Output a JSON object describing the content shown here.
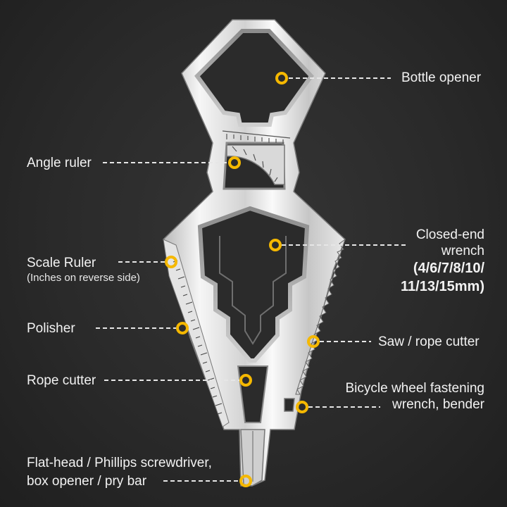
{
  "callouts": {
    "bottle_opener": "Bottle opener",
    "angle_ruler": "Angle ruler",
    "closed_end_wrench_line1": "Closed-end",
    "closed_end_wrench_line2": "wrench",
    "closed_end_wrench_sizes_line1": "(4/6/7/8/10/",
    "closed_end_wrench_sizes_line2": "11/13/15mm)",
    "scale_ruler": "Scale Ruler",
    "scale_ruler_note": "(Inches on reverse side)",
    "polisher": "Polisher",
    "saw_rope_cutter": "Saw / rope cutter",
    "rope_cutter": "Rope cutter",
    "bicycle_wrench_line1": "Bicycle wheel fastening",
    "bicycle_wrench_line2": "wrench, bender",
    "screwdriver_line1": "Flat-head / Phillips screwdriver,",
    "screwdriver_line2": "box opener / pry bar"
  },
  "colors": {
    "background": "#2a2a2a",
    "marker": "#f5b800",
    "text": "#f2f2f2",
    "steel_light": "#f4f4f4",
    "steel_dark": "#9a9a9a"
  }
}
